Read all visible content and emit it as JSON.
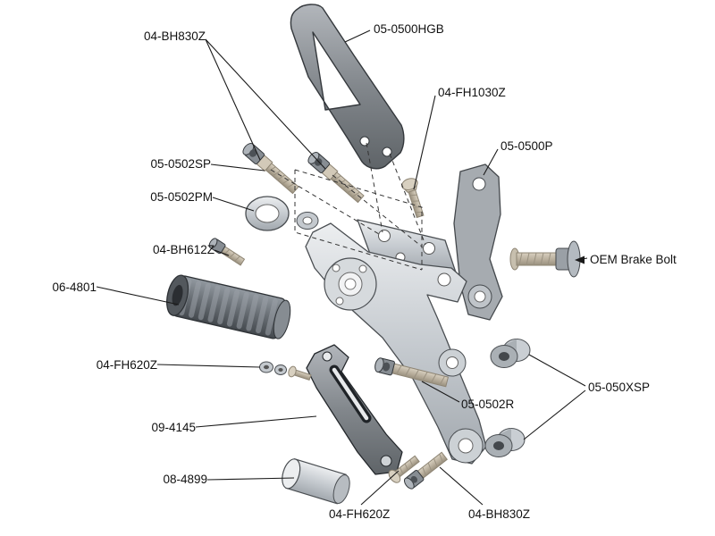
{
  "diagram": {
    "kind": "exploded-parts-diagram",
    "colors": {
      "background": "#ffffff",
      "leader_line": "#1a1a1a",
      "part_light": "#c6cbd0",
      "part_dark": "#82878c",
      "bolt_tan": "#c9c0ae"
    },
    "labels": [
      {
        "text": "04-BH830Z",
        "target": "upper-socket-bolts"
      },
      {
        "text": "05-0500HGB",
        "target": "heel-guard"
      },
      {
        "text": "04-FH1030Z",
        "target": "flat-head-bolt-upper"
      },
      {
        "text": "05-0500P",
        "target": "brake-plate"
      },
      {
        "text": "05-0502SP",
        "target": "bolt-spacer-sleeve"
      },
      {
        "text": "05-0502PM",
        "target": "clamp-ring"
      },
      {
        "text": "04-BH612Z",
        "target": "small-socket-bolt"
      },
      {
        "text": "OEM Brake Bolt",
        "target": "oem-brake-bolt"
      },
      {
        "text": "06-4801",
        "target": "knurled-foot-peg"
      },
      {
        "text": "04-FH620Z",
        "target": "flat-head-screw-washers"
      },
      {
        "text": "05-050XSP",
        "target": "cylindrical-spacers"
      },
      {
        "text": "05-0502R",
        "target": "pivot-bolt"
      },
      {
        "text": "09-4145",
        "target": "shift-arm"
      },
      {
        "text": "08-4899",
        "target": "sleeve-tube"
      },
      {
        "text": "04-FH620Z",
        "target": "flat-head-bolt-lower"
      },
      {
        "text": "04-BH830Z",
        "target": "socket-bolt-lower"
      }
    ]
  }
}
